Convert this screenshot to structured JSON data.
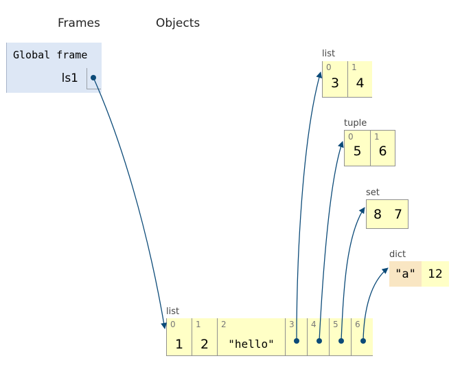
{
  "headers": {
    "frames": "Frames",
    "objects": "Objects"
  },
  "global_frame": {
    "title": "Global frame",
    "variables": [
      {
        "name": "ls1",
        "pointer_to": "list_main"
      }
    ]
  },
  "objects": {
    "list_small": {
      "type": "list",
      "items": [
        {
          "index": "0",
          "value": "3"
        },
        {
          "index": "1",
          "value": "4"
        }
      ]
    },
    "tuple": {
      "type": "tuple",
      "items": [
        {
          "index": "0",
          "value": "5"
        },
        {
          "index": "1",
          "value": "6"
        }
      ]
    },
    "set": {
      "type": "set",
      "items": [
        "8",
        "7"
      ]
    },
    "dict": {
      "type": "dict",
      "entries": [
        {
          "key": "\"a\"",
          "value": "12"
        }
      ]
    },
    "list_main": {
      "type": "list",
      "items": [
        {
          "index": "0",
          "value": "1"
        },
        {
          "index": "1",
          "value": "2"
        },
        {
          "index": "2",
          "value": "\"hello\""
        },
        {
          "index": "3",
          "value": "",
          "pointer_to": "list_small"
        },
        {
          "index": "4",
          "value": "",
          "pointer_to": "tuple"
        },
        {
          "index": "5",
          "value": "",
          "pointer_to": "set"
        },
        {
          "index": "6",
          "value": "",
          "pointer_to": "dict"
        }
      ]
    }
  },
  "colors": {
    "frame_bg": "#dde7f5",
    "object_bg": "#ffffc6",
    "dict_key_bg": "#f9e6c3",
    "arrow": "#0b4a78"
  }
}
